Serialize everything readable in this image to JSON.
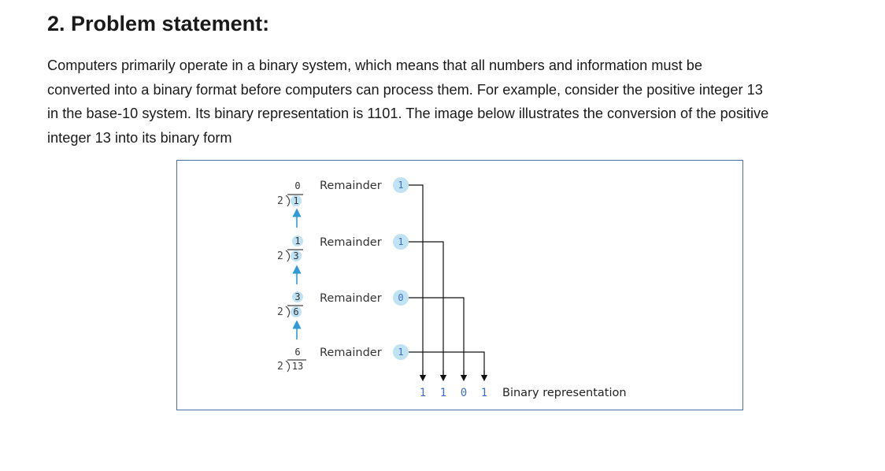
{
  "heading": "2. Problem statement:",
  "paragraph": [
    "Computers primarily operate in a binary system, which means that all numbers and information must be",
    "converted into a binary format before computers can process them. For example, consider the positive integer 13",
    "in the base-10 system. Its binary representation is 1101. The image below illustrates the conversion of the positive",
    "integer 13 into its binary form"
  ],
  "figure": {
    "steps": [
      {
        "divisor": "2",
        "dividend": "1",
        "quotient": "0",
        "remainder_label": "Remainder",
        "remainder": "1"
      },
      {
        "divisor": "2",
        "dividend": "3",
        "quotient": "1",
        "remainder_label": "Remainder",
        "remainder": "1"
      },
      {
        "divisor": "2",
        "dividend": "6",
        "quotient": "3",
        "remainder_label": "Remainder",
        "remainder": "0"
      },
      {
        "divisor": "2",
        "dividend": "13",
        "quotient": "6",
        "remainder_label": "Remainder",
        "remainder": "1"
      }
    ],
    "binary_digits": [
      "1",
      "1",
      "0",
      "1"
    ],
    "binary_label": "Binary representation",
    "colors": {
      "bubble": "#bfe3f3",
      "digit": "#3b6fc4",
      "arrow": "#2f9ad6",
      "border": "#4a6fa5",
      "line": "#111111"
    }
  }
}
